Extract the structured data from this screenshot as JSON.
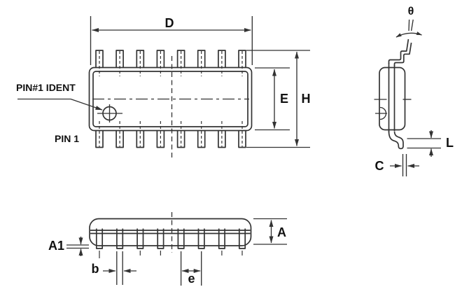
{
  "drawing": {
    "background": "#ffffff",
    "line_color": "#333333",
    "text_color": "#111111",
    "top_view": {
      "dim_length": "D",
      "dim_body_width": "E",
      "dim_overall_width": "H",
      "pin1_ident_label": "PIN#1 IDENT",
      "pin1_label": "PIN 1"
    },
    "end_view": {
      "dim_foot_angle": "θ",
      "dim_foot_length": "L",
      "dim_lead_thickness": "C"
    },
    "front_view": {
      "dim_height": "A",
      "dim_standoff": "A1",
      "dim_lead_width": "b",
      "dim_pitch": "e"
    }
  }
}
